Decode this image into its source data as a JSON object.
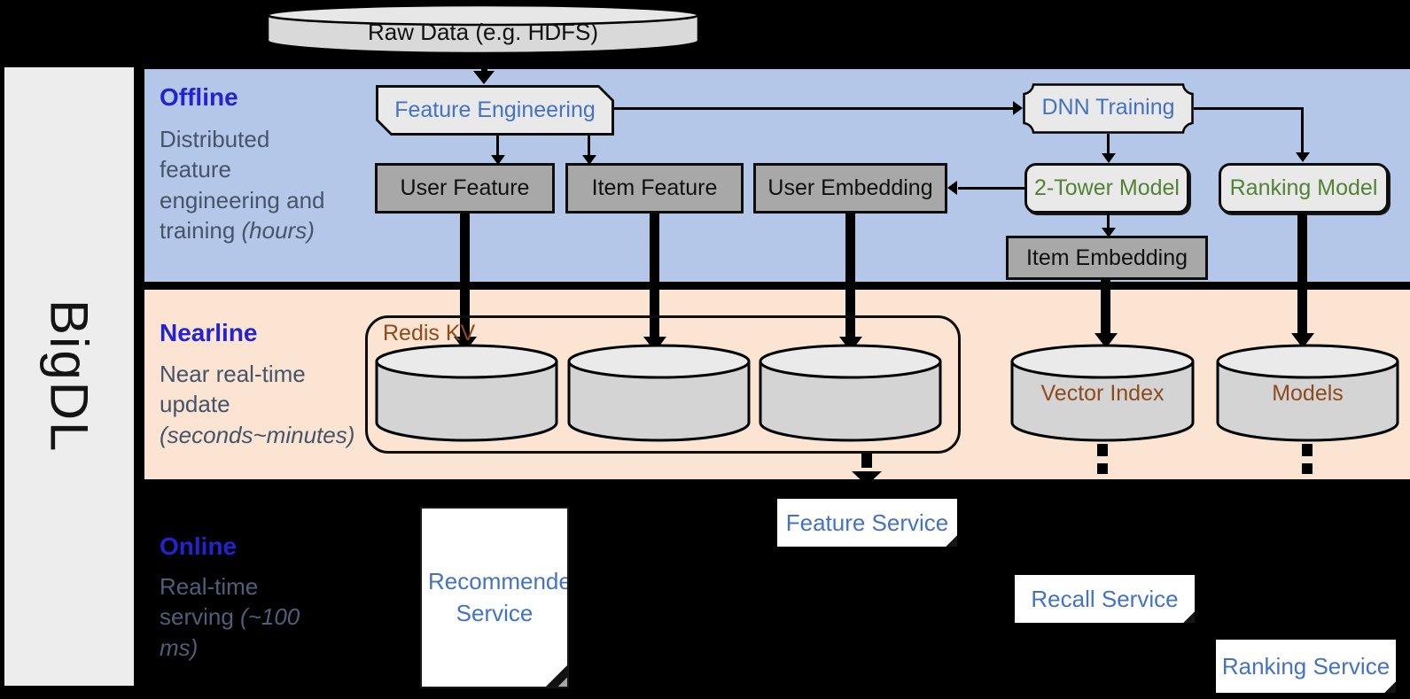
{
  "brand": "BigDL",
  "source_cylinder": {
    "label": "Raw Data (e.g. HDFS)"
  },
  "sections": {
    "offline": {
      "title": "Offline",
      "subtitle": "Distributed feature engineering and training ",
      "subtitle_italic": "(hours)"
    },
    "nearline": {
      "title": "Nearline",
      "subtitle": "Near real-time update ",
      "subtitle_italic": "(seconds~minutes)"
    },
    "online": {
      "title": "Online",
      "subtitle": "Real-time serving ",
      "subtitle_italic": "(~100 ms)"
    }
  },
  "nodes": {
    "feature_engineering": "Feature Engineering",
    "dnn_training": "DNN Training",
    "user_feature": "User Feature",
    "item_feature": "Item Feature",
    "user_embedding": "User Embedding",
    "two_tower_model": "2-Tower Model",
    "ranking_model": "Ranking Model",
    "item_embedding": "Item Embedding",
    "redis_kv_label": "Redis KV",
    "vector_index": "Vector Index",
    "models": "Models",
    "recommender_service": "Recommender Service",
    "feature_service": "Feature Service",
    "recall_service": "Recall Service",
    "ranking_service": "Ranking Service"
  },
  "colors": {
    "offline_band": "#b5c7e8",
    "nearline_band": "#fbe4d2",
    "online_band": "#000000",
    "section_title_blue": "#2323cf",
    "section_subtitle": "#44546a",
    "node_blue_text": "#4472c4",
    "node_green_text": "#538135",
    "store_brown_text": "#8e4a1d",
    "gray_box_fill": "#a8a8a8",
    "light_box_fill": "#e9e9e9",
    "cylinder_fill": "#d4d4d4",
    "service_box_fill": "#ffffff"
  }
}
